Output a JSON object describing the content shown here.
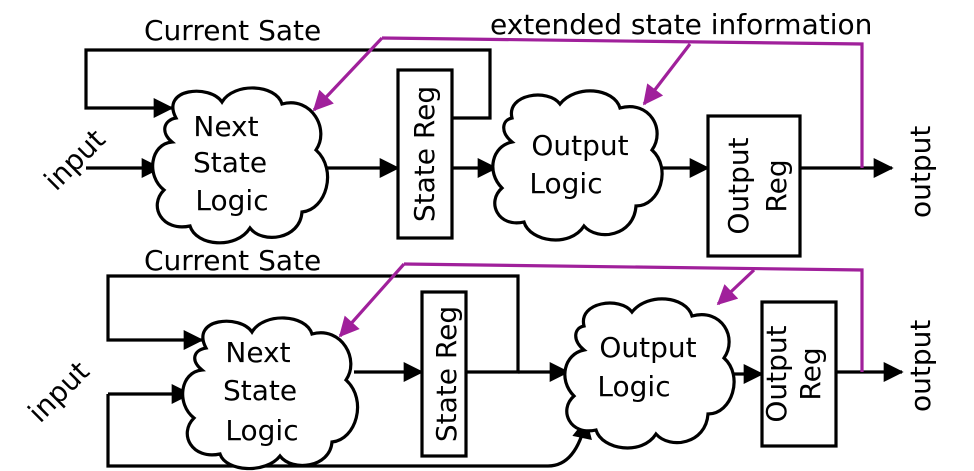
{
  "colors": {
    "wire": "#000000",
    "extended_path": "#a0209b",
    "background": "#ffffff"
  },
  "labels": {
    "current_state_top": "Current Sate",
    "current_state_bottom": "Current Sate",
    "extended_info": "extended state information",
    "input": "input",
    "output": "output",
    "next_state_logic": [
      "Next",
      "State",
      "Logic"
    ],
    "output_logic": [
      "Output",
      "Logic"
    ],
    "state_reg": "State Reg",
    "output_reg": [
      "Output",
      "Reg"
    ]
  }
}
